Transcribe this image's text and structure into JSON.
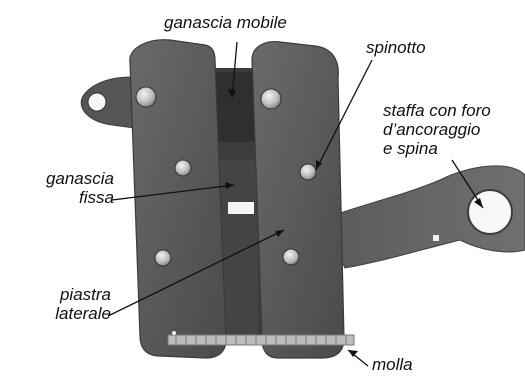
{
  "labels": {
    "ganascia_mobile": "ganascia mobile",
    "spinotto": "spinotto",
    "staffa_line1": "staffa con foro",
    "staffa_line2": "d’ancoraggio",
    "staffa_line3": "e spina",
    "ganascia_fissa_line1": "ganascia",
    "ganascia_fissa_line2": "fissa",
    "piastra_line1": "piastra",
    "piastra_line2": "laterale",
    "molla": "molla"
  },
  "colors": {
    "metal_dark": "#4a4a4a",
    "metal_mid": "#5c5c5c",
    "metal_light": "#6e6e6e",
    "jaw_dark": "#3a3a3a",
    "hole_white": "#f7f7f7",
    "leader": "#111111"
  }
}
